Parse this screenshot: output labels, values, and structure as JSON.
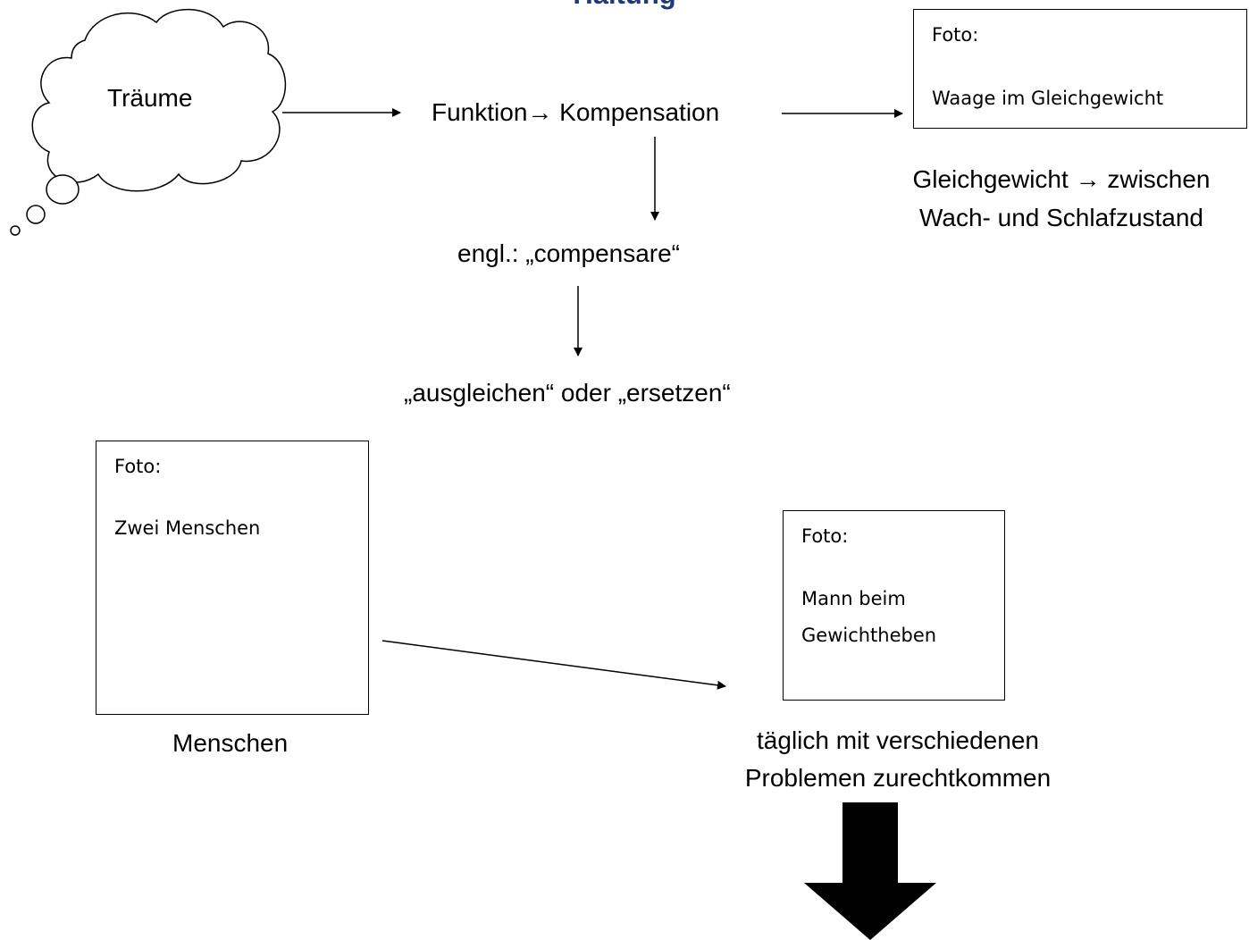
{
  "title": "Haltung",
  "cloud": {
    "label": "Träume"
  },
  "nodes": {
    "function": "Funktion→ Kompensation",
    "english": "engl.: „compensare“",
    "meaning": "„ausgleichen“ oder „ersetzen“",
    "balance_caption_1": "Gleichgewicht → zwischen",
    "balance_caption_2": "Wach- und Schlafzustand",
    "people_caption": "Menschen",
    "problems_caption_1": "täglich mit verschiedenen",
    "problems_caption_2": "Problemen zurechtkommen"
  },
  "photos": {
    "scale": {
      "label": "Foto:",
      "desc": "Waage im Gleichgewicht"
    },
    "people": {
      "label": "Foto:",
      "desc": "Zwei Menschen"
    },
    "lifter": {
      "label": "Foto:",
      "desc_1": "Mann beim",
      "desc_2": "Gewichtheben"
    }
  },
  "colors": {
    "title": "#1f3a7a",
    "lines": "#000000"
  }
}
